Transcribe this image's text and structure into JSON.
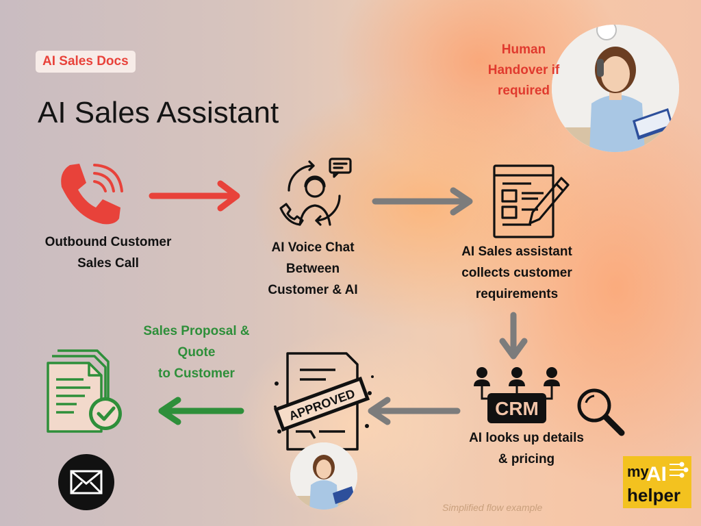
{
  "badge": "AI Sales Docs",
  "title": "AI Sales Assistant",
  "steps": {
    "outbound": "Outbound  Customer\nSales Call",
    "voice_chat": "AI Voice Chat\nBetween\nCustomer & AI",
    "collects": "AI Sales assistant\ncollects customer\nrequirements",
    "lookup": "AI looks up details\n& pricing",
    "proposal": "Sales Proposal &\nQuote\nto Customer",
    "handover": "Human\nHandover if\nrequired"
  },
  "approved_stamp": "APPROVED",
  "crm_label": "CRM",
  "footnote": "Simplified flow example",
  "logo": {
    "line1": "my",
    "line2": "AI",
    "line3": "helper"
  },
  "colors": {
    "accent_red": "#e8423a",
    "accent_green": "#2e8f3a",
    "arrow_gray": "#7c7c7c",
    "logo_yellow": "#f3c21f"
  }
}
